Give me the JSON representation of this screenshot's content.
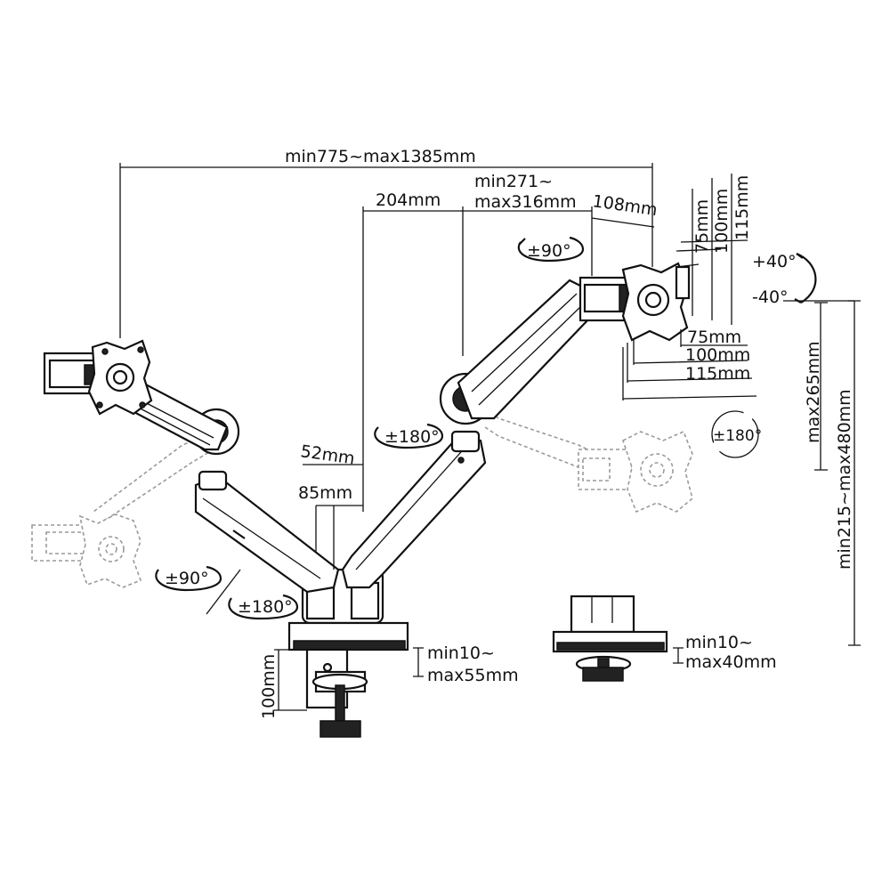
{
  "dimensions": {
    "overall_width": "min775~max1385mm",
    "arm_reach_1": "min271~",
    "arm_reach_2": "max316mm",
    "center_offset": "204mm",
    "plate_offset": "108mm",
    "vesa_v_75": "75mm",
    "vesa_v_100": "100mm",
    "vesa_v_115": "115mm",
    "vesa_h_75": "75mm",
    "vesa_h_100": "100mm",
    "vesa_h_115": "115mm",
    "tilt_up": "+40°",
    "tilt_down": "-40°",
    "rotate_90_top": "±90°",
    "rotate_180_mid": "±180°",
    "rotate_180_right": "±180°",
    "rotate_90_left": "±90°",
    "rotate_180_left": "±180°",
    "max_height": "max265mm",
    "height_range": "min215~max480mm",
    "pole_52": "52mm",
    "pole_85": "85mm",
    "clamp_height": "100mm",
    "clamp_range_1": "min10~",
    "clamp_range_2": "max55mm",
    "grommet_range_1": "min10~",
    "grommet_range_2": "max40mm"
  }
}
